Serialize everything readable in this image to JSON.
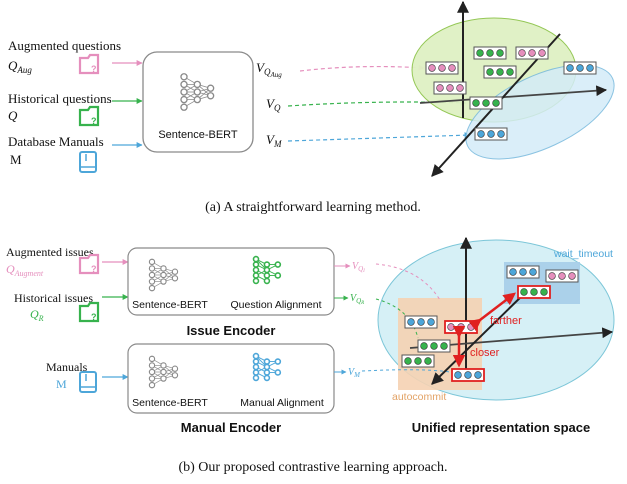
{
  "colors": {
    "pink": "#e58fbd",
    "green": "#37b24d",
    "blue": "#4da6d9",
    "ellipse_green": "#dff1c4",
    "ellipse_blue": "#d4ecf8",
    "orange_region": "#f5d2b3",
    "blue_region": "#a9cfe9",
    "red": "#e02020"
  },
  "panel_a": {
    "inputs": [
      {
        "label": "Augmented questions",
        "symbol": "Q",
        "symbol_sub": "Aug"
      },
      {
        "label": "Historical questions",
        "symbol": "Q"
      },
      {
        "label": "Database Manuals",
        "symbol": "M"
      }
    ],
    "encoder_label": "Sentence-BERT",
    "outputs": [
      {
        "symbol": "V",
        "sub": "Q",
        "subsub": "Aug"
      },
      {
        "symbol": "V",
        "sub": "Q"
      },
      {
        "symbol": "V",
        "sub": "M"
      }
    ],
    "caption": "(a)  A straightforward learning method."
  },
  "panel_b": {
    "inputs": [
      {
        "label": "Augmented issues",
        "symbol": "Q",
        "symbol_sub": "Augment"
      },
      {
        "label": "Historical issues",
        "symbol": "Q",
        "symbol_sub": "R"
      },
      {
        "label": "Manuals",
        "symbol": "M"
      }
    ],
    "issue_encoder": {
      "sbert_label": "Sentence-BERT",
      "align_label": "Question Alignment",
      "title": "Issue Encoder"
    },
    "manual_encoder": {
      "sbert_label": "Sentence-BERT",
      "align_label": "Manual Alignment",
      "title": "Manual Encoder"
    },
    "outputs": [
      {
        "symbol": "V",
        "sub": "Q",
        "subsub": "I"
      },
      {
        "symbol": "V",
        "sub": "Q",
        "subsub": "R"
      },
      {
        "symbol": "V",
        "sub": "M"
      }
    ],
    "space": {
      "title": "Unified representation space",
      "region_top": "wait_timeout",
      "region_bottom": "autocommit",
      "farther_label": "farther",
      "closer_label": "closer"
    },
    "caption": "(b)  Our proposed contrastive learning approach."
  }
}
